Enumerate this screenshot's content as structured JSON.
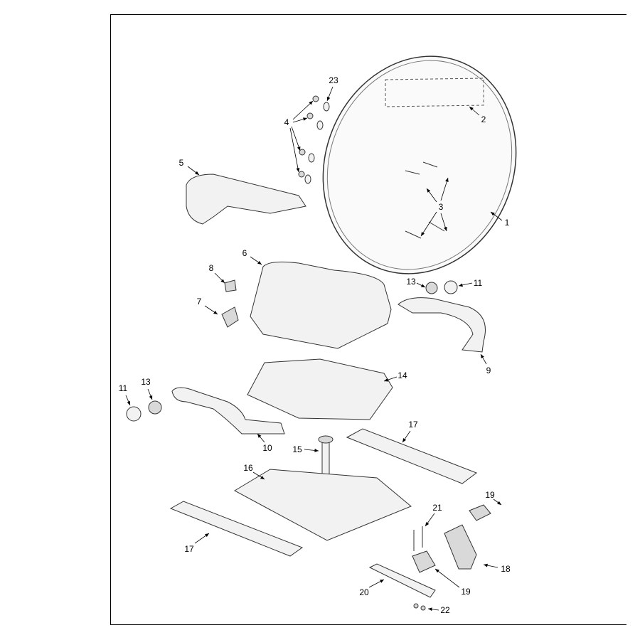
{
  "diagram": {
    "type": "exploded parts diagram",
    "callouts": [
      {
        "id": "c23",
        "text": "23"
      },
      {
        "id": "c2",
        "text": "2"
      },
      {
        "id": "c4",
        "text": "4"
      },
      {
        "id": "c5",
        "text": "5"
      },
      {
        "id": "c3",
        "text": "3"
      },
      {
        "id": "c1",
        "text": "1"
      },
      {
        "id": "c6",
        "text": "6"
      },
      {
        "id": "c8",
        "text": "8"
      },
      {
        "id": "c13a",
        "text": "13"
      },
      {
        "id": "c11a",
        "text": "11"
      },
      {
        "id": "c7",
        "text": "7"
      },
      {
        "id": "c9",
        "text": "9"
      },
      {
        "id": "c14",
        "text": "14"
      },
      {
        "id": "c11b",
        "text": "11"
      },
      {
        "id": "c13b",
        "text": "13"
      },
      {
        "id": "c10",
        "text": "10"
      },
      {
        "id": "c17a",
        "text": "17"
      },
      {
        "id": "c15",
        "text": "15"
      },
      {
        "id": "c16",
        "text": "16"
      },
      {
        "id": "c19a",
        "text": "19"
      },
      {
        "id": "c21",
        "text": "21"
      },
      {
        "id": "c18",
        "text": "18"
      },
      {
        "id": "c17b",
        "text": "17"
      },
      {
        "id": "c19b",
        "text": "19"
      },
      {
        "id": "c20",
        "text": "20"
      },
      {
        "id": "c22",
        "text": "22"
      }
    ]
  }
}
